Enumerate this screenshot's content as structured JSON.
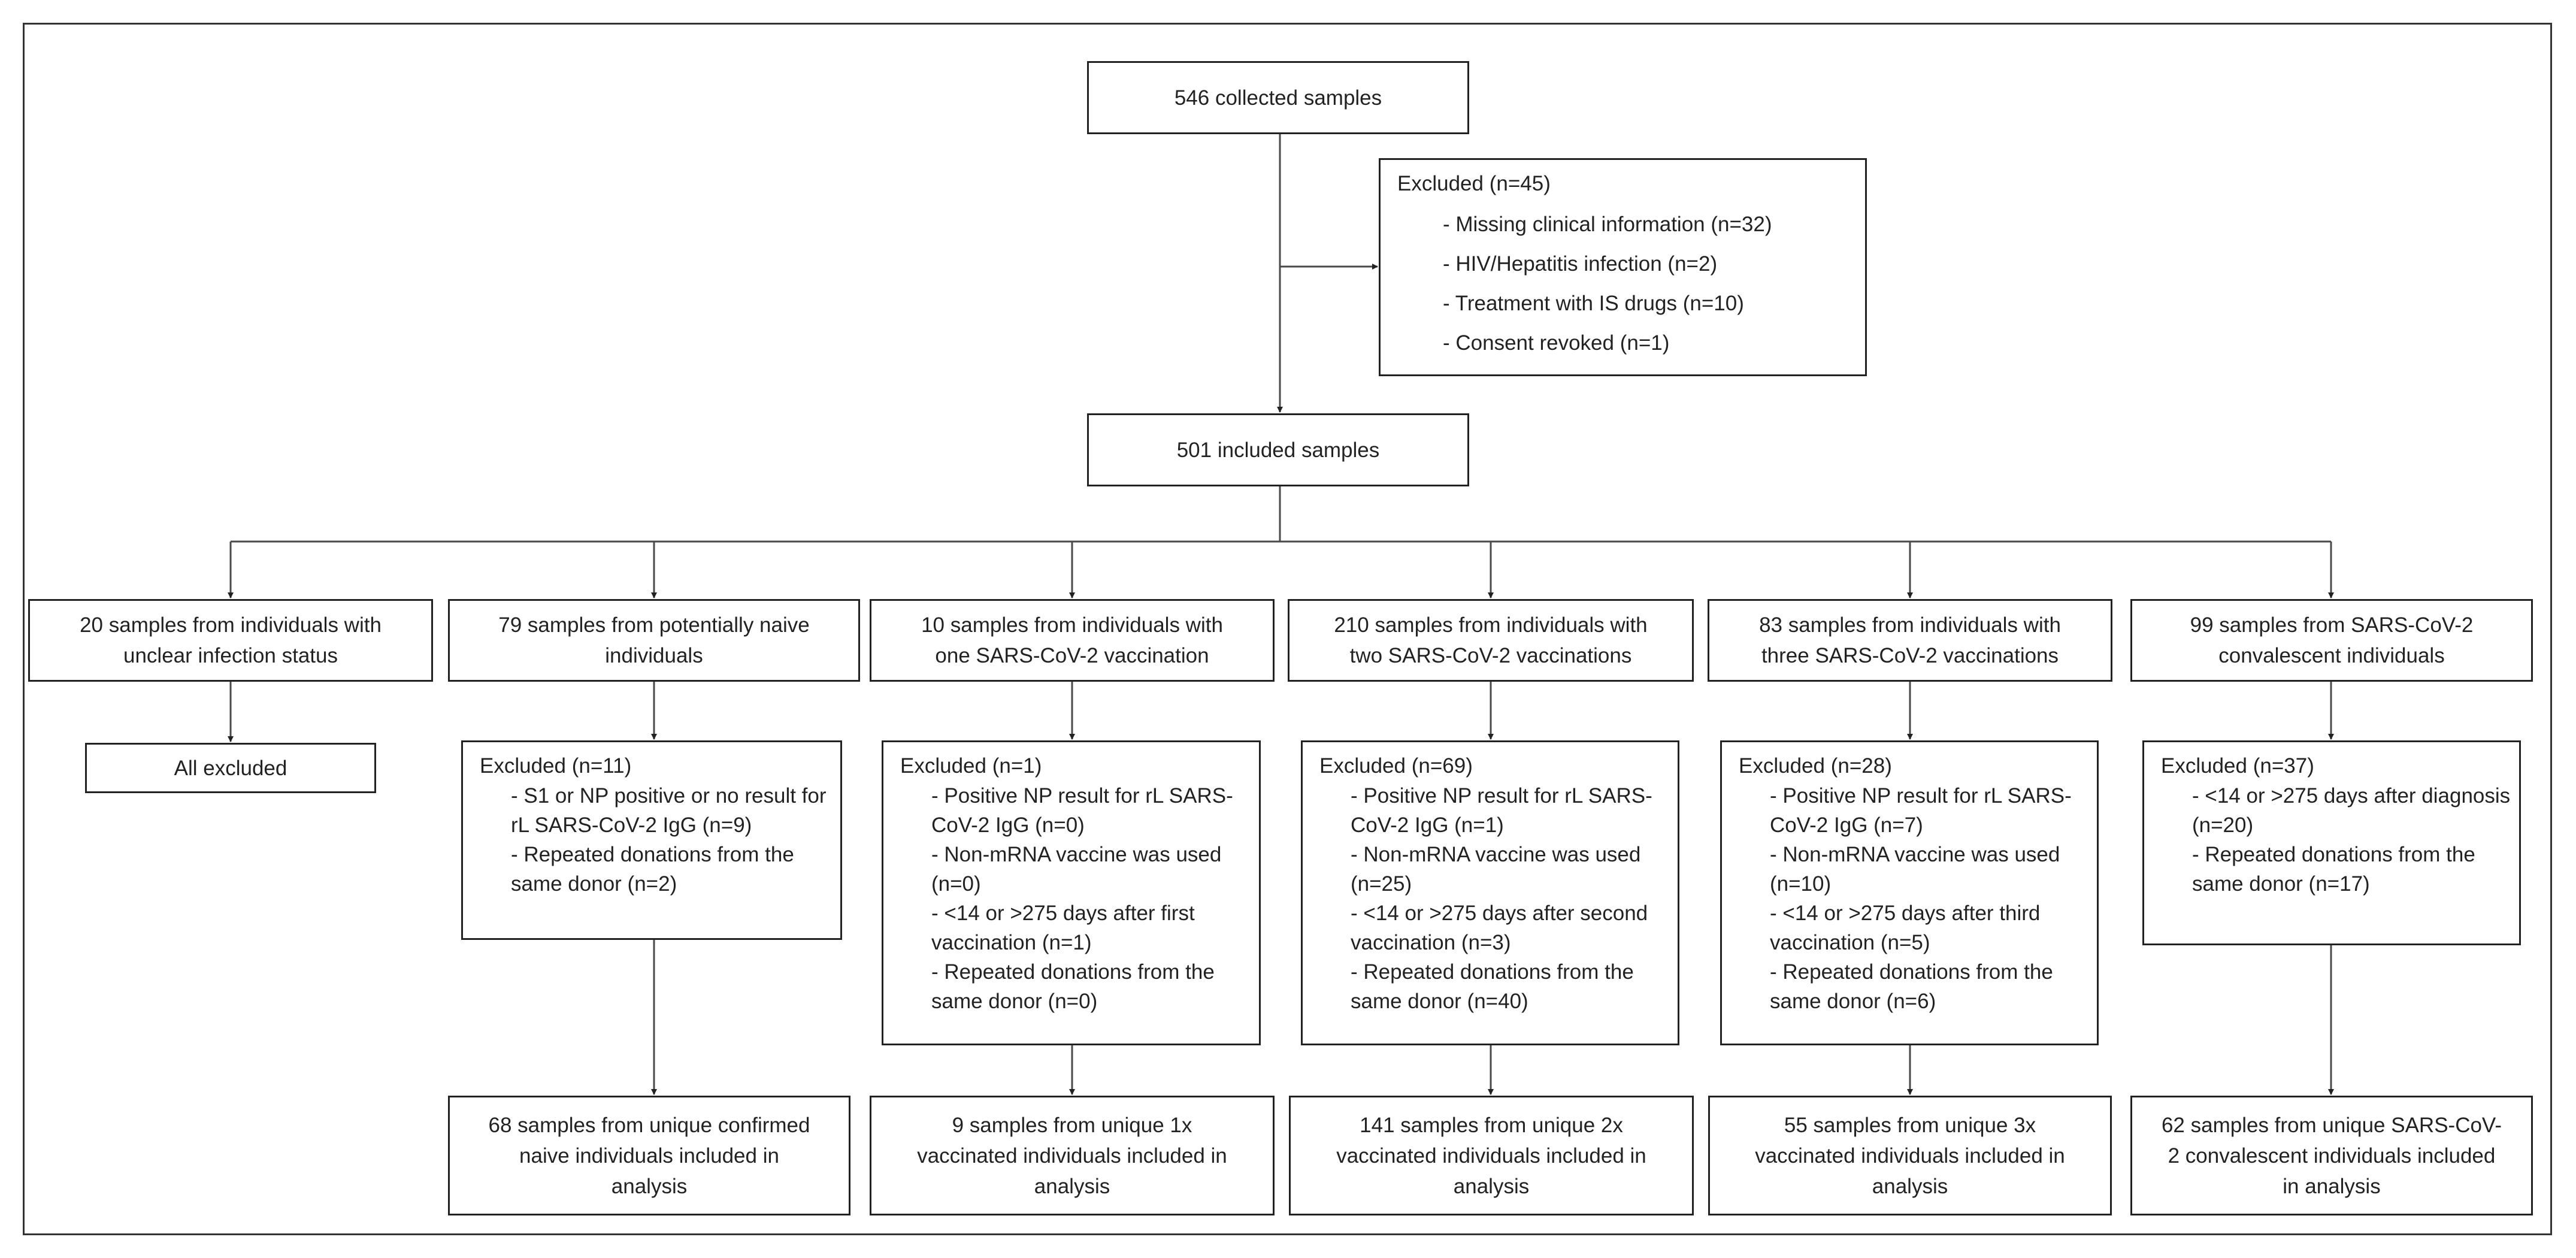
{
  "top": {
    "collected": "546 collected samples",
    "excluded_head": "Excluded (n=45)",
    "excluded_items": [
      "- Missing clinical information (n=32)",
      "- HIV/Hepatitis infection (n=2)",
      "- Treatment with IS drugs (n=10)",
      "- Consent revoked (n=1)"
    ],
    "included": "501 included samples"
  },
  "groups": [
    {
      "label": "20 samples from individuals with\nunclear infection status",
      "excluded_all": "All excluded"
    },
    {
      "label": "79 samples from potentially naive\nindividuals",
      "excluded_head": "Excluded (n=11)",
      "excluded_items": [
        "- S1 or NP positive or no result for rL SARS-CoV-2 IgG (n=9)",
        "- Repeated donations from the same donor (n=2)"
      ],
      "final": "68 samples from unique confirmed\nnaive individuals included in\nanalysis"
    },
    {
      "label": "10 samples from individuals with\none SARS-CoV-2 vaccination",
      "excluded_head": "Excluded (n=1)",
      "excluded_items": [
        "- Positive NP result for rL SARS-CoV-2 IgG (n=0)",
        "- Non-mRNA vaccine was used (n=0)",
        "- <14 or >275 days after first vaccination (n=1)",
        "- Repeated donations from the same donor (n=0)"
      ],
      "final": "9 samples from unique 1x\nvaccinated individuals included in\nanalysis"
    },
    {
      "label": "210 samples from individuals with\ntwo SARS-CoV-2 vaccinations",
      "excluded_head": "Excluded (n=69)",
      "excluded_items": [
        "- Positive NP result for rL SARS-CoV-2 IgG (n=1)",
        "- Non-mRNA vaccine was used (n=25)",
        "- <14 or >275 days after second  vaccination (n=3)",
        "- Repeated donations from the same donor (n=40)"
      ],
      "final": "141 samples from unique 2x\nvaccinated individuals included in\nanalysis"
    },
    {
      "label": "83 samples from individuals with\nthree SARS-CoV-2 vaccinations",
      "excluded_head": "Excluded (n=28)",
      "excluded_items": [
        "- Positive NP result for rL SARS-CoV-2 IgG (n=7)",
        "- Non-mRNA vaccine was used (n=10)",
        "- <14 or >275 days after third vaccination (n=5)",
        "- Repeated donations from the same donor (n=6)"
      ],
      "final": "55 samples from unique 3x\nvaccinated individuals included in\nanalysis"
    },
    {
      "label": "99 samples from SARS-CoV-2\nconvalescent individuals",
      "excluded_head": "Excluded (n=37)",
      "excluded_items": [
        "- <14 or >275 days after diagnosis (n=20)",
        "- Repeated donations from the same donor (n=17)"
      ],
      "final": "62 samples from unique SARS-CoV-\n2 convalescent individuals included\nin analysis"
    }
  ],
  "colors": {
    "line": "#4a4a4a",
    "border": "#222222"
  }
}
